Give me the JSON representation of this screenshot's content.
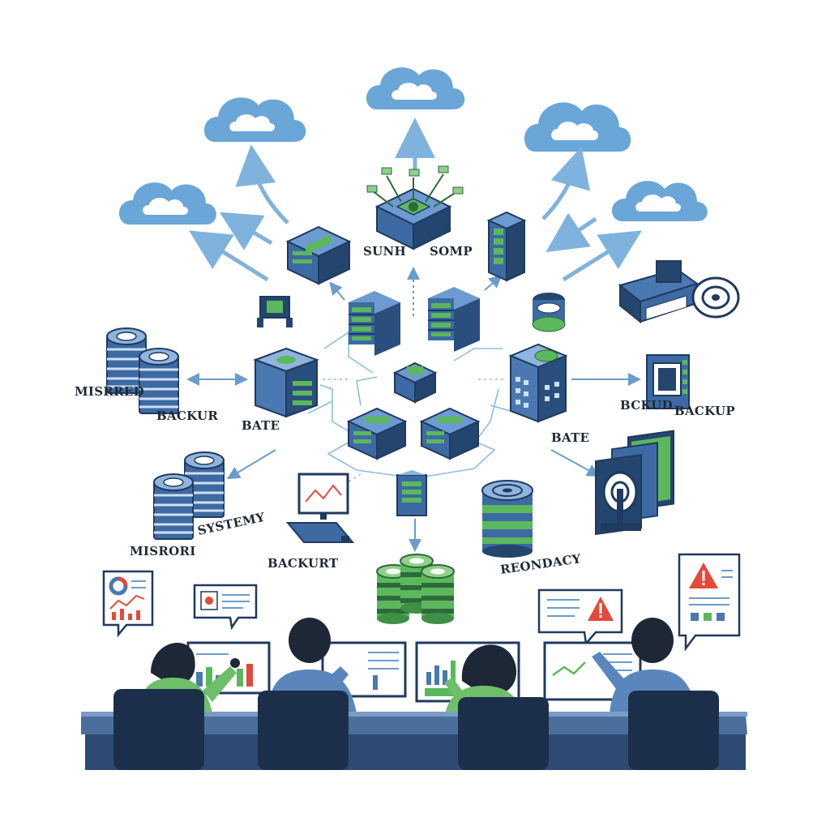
{
  "labels": {
    "top_left": "SUNH",
    "top_right": "SOMP",
    "mirror_left": "MISRRED",
    "backup_left": "BACKUR",
    "bate_left": "BATE",
    "mirror_bottom": "MISRORI",
    "systemy": "SYSTEMY",
    "backurt": "BACKURT",
    "redundancy": "REONDACY",
    "bate_right": "BATE",
    "bckud": "BCKUD",
    "backup_right": "BACKUP"
  },
  "colors": {
    "cloud": "#6aa6d8",
    "cloud_inner": "#ffffff",
    "server_blue": "#4a78b0",
    "server_dark": "#24466e",
    "server_green": "#5cb85c",
    "arrow": "#7fb3dd",
    "desk": "#4a6f9c",
    "desk_dark": "#2c4a72",
    "chair": "#1c2f4a",
    "shirt_green": "#6fbf6a",
    "shirt_blue": "#5b86bd",
    "hair": "#1d2736",
    "alert": "#e24b3a"
  },
  "icons": [
    "cloud-icon",
    "server-rack-icon",
    "database-icon",
    "chip-icon",
    "tape-drive-icon",
    "monitor-icon",
    "alert-icon",
    "chart-icon"
  ]
}
